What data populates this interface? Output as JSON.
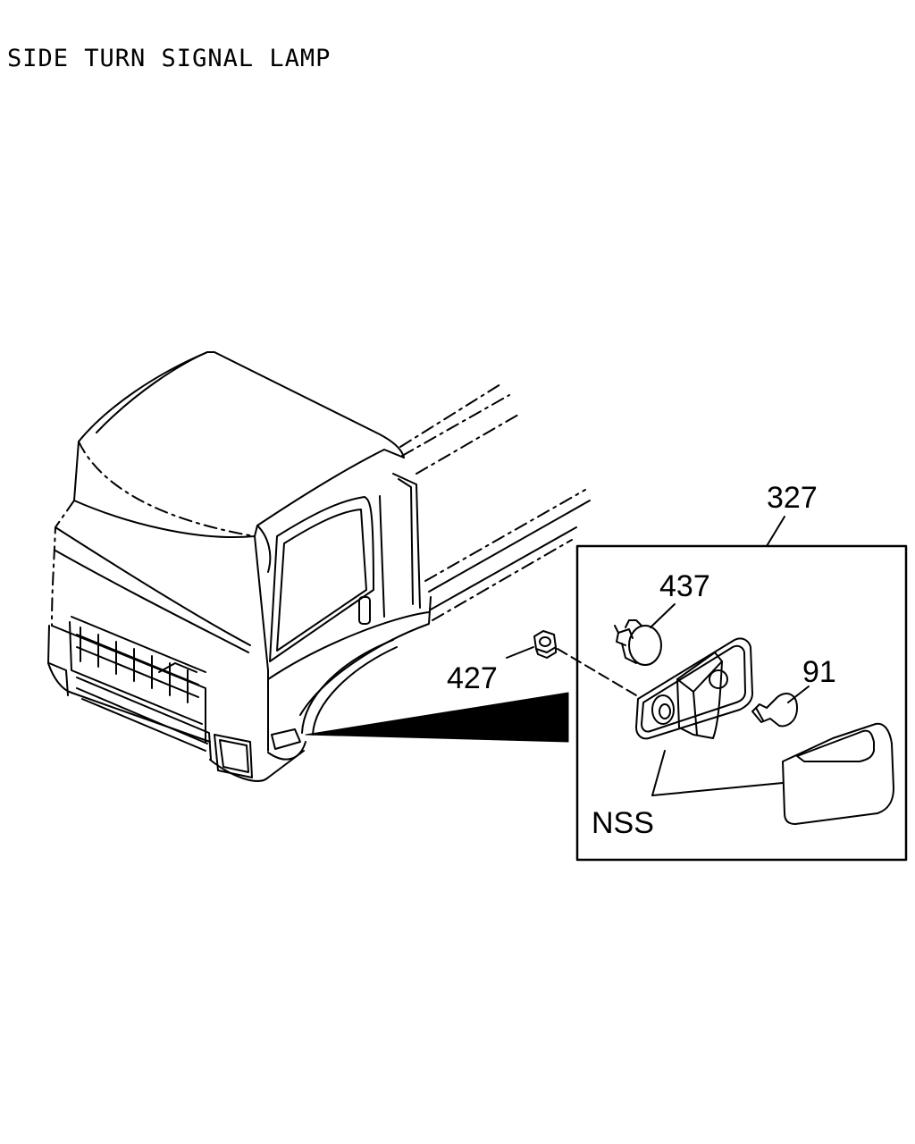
{
  "title": "SIDE TURN SIGNAL LAMP",
  "callouts": {
    "assembly": "327",
    "socket": "437",
    "nut": "427",
    "bulb": "91",
    "lens_gasket": "NSS"
  },
  "colors": {
    "ink": "#000000",
    "background": "#ffffff"
  }
}
